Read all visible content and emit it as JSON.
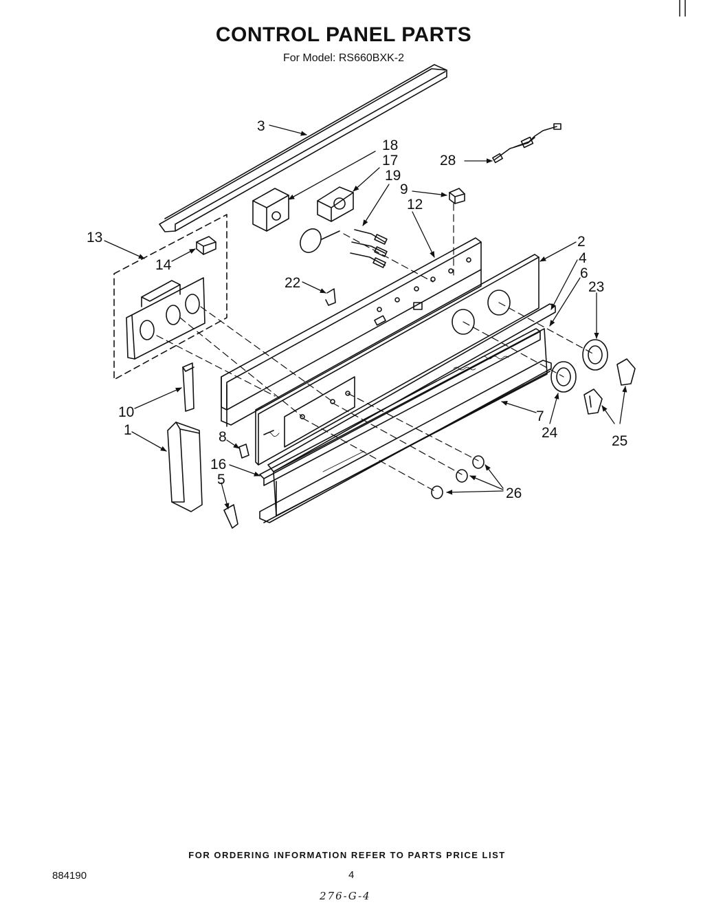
{
  "header": {
    "title": "CONTROL PANEL PARTS",
    "subtitle": "For Model: RS660BXK-2"
  },
  "callouts": [
    "1",
    "2",
    "3",
    "4",
    "5",
    "6",
    "7",
    "8",
    "9",
    "10",
    "12",
    "13",
    "14",
    "16",
    "17",
    "18",
    "19",
    "22",
    "23",
    "24",
    "25",
    "26",
    "28"
  ],
  "footer": {
    "ordering_note": "FOR ORDERING INFORMATION REFER TO PARTS PRICE LIST",
    "document_number": "884190",
    "page_number": "4",
    "handwritten_code": "276-G-4"
  },
  "colors": {
    "ink": "#111111",
    "paper": "#ffffff"
  }
}
